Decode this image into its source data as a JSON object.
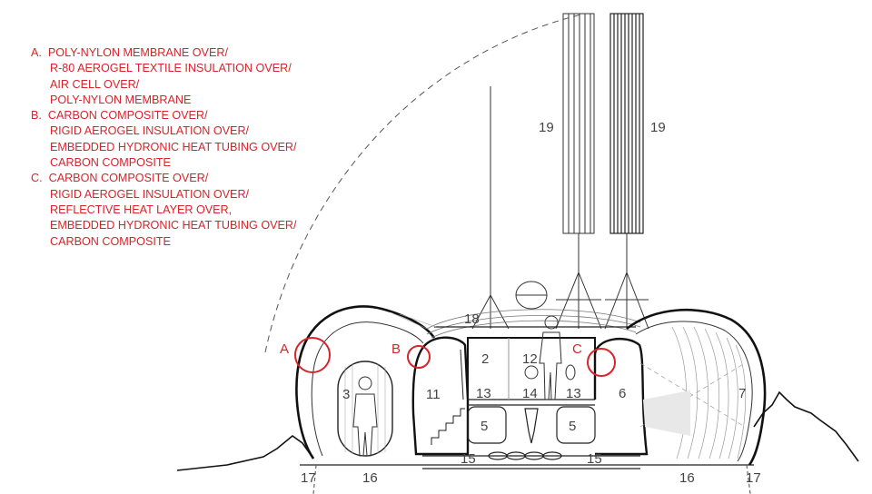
{
  "legend": [
    {
      "letter": "A.",
      "layers": [
        "POLY-NYLON MEMBRANE OVER/",
        "R-80 AEROGEL TEXTILE INSULATION OVER/",
        "AIR CELL OVER/",
        "POLY-NYLON MEMBRANE"
      ]
    },
    {
      "letter": "B.",
      "layers": [
        "CARBON COMPOSITE OVER/",
        "RIGID AEROGEL INSULATION OVER/",
        "EMBEDDED HYDRONIC HEAT TUBING OVER/",
        "CARBON COMPOSITE"
      ]
    },
    {
      "letter": "C.",
      "layers": [
        "CARBON COMPOSITE OVER/",
        "RIGID AEROGEL INSULATION OVER/",
        "REFLECTIVE HEAT LAYER OVER,",
        "EMBEDDED HYDRONIC HEAT TUBING OVER/",
        "CARBON COMPOSITE"
      ]
    }
  ],
  "callouts": {
    "a": "A",
    "b": "B",
    "c": "C"
  },
  "numbers": {
    "n19a": "19",
    "n19b": "19",
    "n18": "18",
    "n2": "2",
    "n12": "12",
    "n3": "3",
    "n11": "11",
    "n13a": "13",
    "n14": "14",
    "n13b": "13",
    "n6": "6",
    "n7": "7",
    "n5a": "5",
    "n5b": "5",
    "n15a": "15",
    "n15b": "15",
    "n17a": "17",
    "n16a": "16",
    "n16b": "16",
    "n17b": "17"
  },
  "colors": {
    "annotation": "#d8232a",
    "line": "#222222",
    "hatch": "#9a9a9a",
    "label": "#444444"
  }
}
